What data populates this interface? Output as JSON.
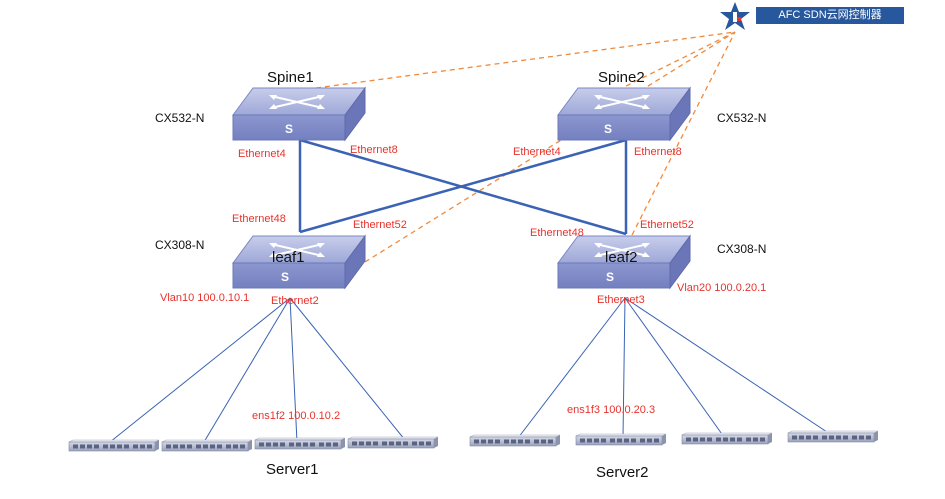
{
  "controller": {
    "label": "AFC SDN云网控制器"
  },
  "switches": {
    "spine1": {
      "name": "Spine1",
      "model": "CX532-N",
      "icon_letter": "S"
    },
    "spine2": {
      "name": "Spine2",
      "model": "CX532-N",
      "icon_letter": "S"
    },
    "leaf1": {
      "name": "leaf1",
      "model": "CX308-N",
      "icon_letter": "S",
      "vlan": "Vlan10  100.0.10.1",
      "downlink_port": "Ethernet2"
    },
    "leaf2": {
      "name": "leaf2",
      "model": "CX308-N",
      "icon_letter": "S",
      "vlan": "Vlan20  100.0.20.1",
      "downlink_port": "Ethernet3"
    }
  },
  "ports": {
    "spine1_eth4": "Ethernet4",
    "spine1_eth8": "Ethernet8",
    "spine2_eth4": "Ethernet4",
    "spine2_eth8": "Ethernet8",
    "leaf1_eth48": "Ethernet48",
    "leaf1_eth52": "Ethernet52",
    "leaf2_eth48": "Ethernet48",
    "leaf2_eth52": "Ethernet52"
  },
  "servers": {
    "server1": {
      "name": "Server1",
      "nic": "ens1f2 100.0.10.2"
    },
    "server2": {
      "name": "Server2",
      "nic": "ens1f3 100.0.20.3"
    }
  },
  "colors": {
    "uplink": "#3a63b5",
    "downlink": "#3a63b5",
    "management": "#f08a3c",
    "port_label": "#e8332d",
    "switch_body": "#8f9bd2",
    "badge": "#27579c"
  }
}
